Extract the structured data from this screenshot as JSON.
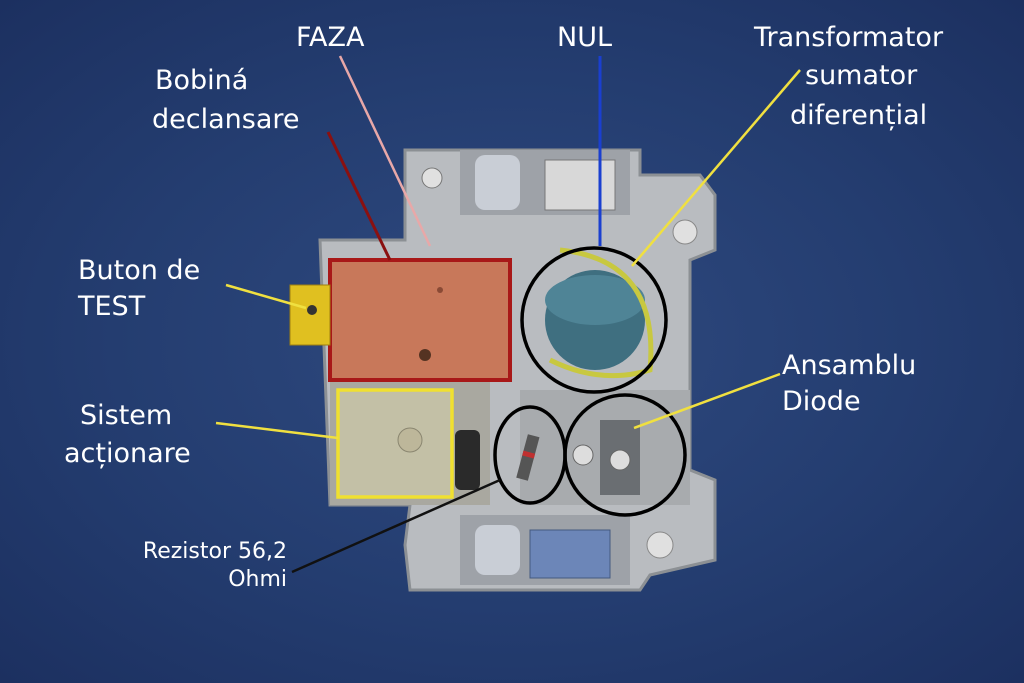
{
  "labels": {
    "faza": "FAZA",
    "nul": "NUL",
    "transformator_1": "Transformator",
    "transformator_2": "sumator",
    "transformator_3": "diferențial",
    "bobina_1": "Bobiná",
    "bobina_2": "declansare",
    "buton_1": "Buton de",
    "buton_2": "TEST",
    "sistem_1": "Sistem",
    "sistem_2": "acționare",
    "diode_1": "Ansamblu",
    "diode_2": "Diode",
    "rezistor_1": "Rezistor 56,2",
    "rezistor_2": "Ohmi"
  },
  "colors": {
    "faza_line": "#e8a8a8",
    "nul_line": "#1a3fd0",
    "bobina_line": "#8a1010",
    "pointer_yellow": "#f0e040",
    "rezistor_line": "#111111",
    "copper": "#c8785a"
  }
}
